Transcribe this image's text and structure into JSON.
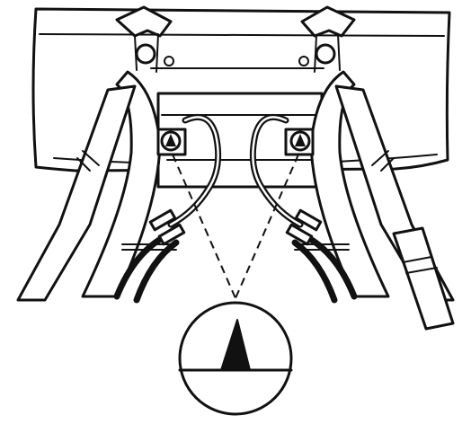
{
  "figure": {
    "subject": "front-loader-bucket-level-indicator",
    "colors": {
      "ink": "#111111",
      "paper": "#ffffff"
    },
    "indicator": {
      "marker": "triangle-pointer",
      "reference": "horizontal-line"
    }
  }
}
